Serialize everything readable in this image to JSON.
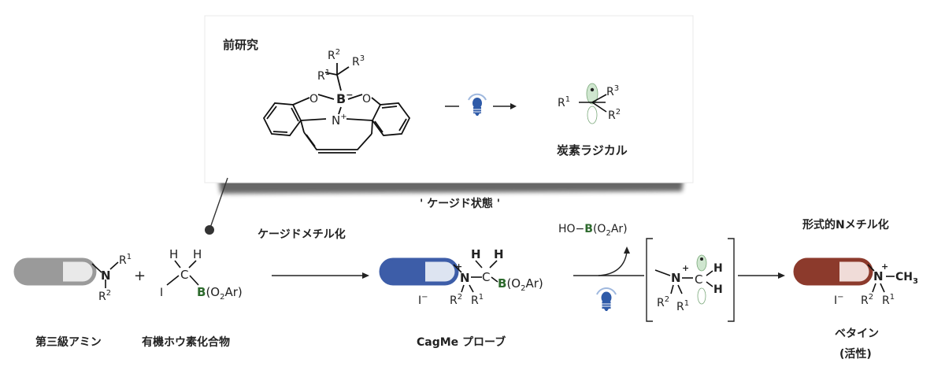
{
  "previous_work": {
    "heading": "前研究",
    "complex": {
      "r1": "R",
      "r1_sup": "1",
      "r2": "R",
      "r2_sup": "2",
      "r3": "R",
      "r3_sup": "3",
      "boron": "B",
      "boron_charge": "−",
      "oxygen": "O",
      "nitrogen": "N",
      "nitrogen_charge": "+"
    },
    "radical": {
      "r1": "R",
      "r1_sup": "1",
      "r2": "R",
      "r2_sup": "2",
      "r3": "R",
      "r3_sup": "3"
    },
    "product_label": "炭素ラジカル"
  },
  "cage_state_label": "' ケージド状態 '",
  "reaction_arrow_label": "ケージドメチル化",
  "amine": {
    "n": "N",
    "r1": "R",
    "r1_sup": "1",
    "r2": "R",
    "r2_sup": "2",
    "label": "第三級アミン"
  },
  "plus_sign": "+",
  "boron_reagent": {
    "h1": "H",
    "h2": "H",
    "c": "C",
    "iodine": "I",
    "b": "B",
    "b_rest": "(O",
    "b_sub": "2",
    "b_end": "Ar)",
    "label": "有機ホウ素化合物"
  },
  "probe": {
    "n": "N",
    "n_charge": "+",
    "h1": "H",
    "h2": "H",
    "c": "C",
    "b": "B",
    "b_rest": "(O",
    "b_sub": "2",
    "b_end": "Ar)",
    "counterion": "I",
    "counterion_charge": "−",
    "r1": "R",
    "r1_sup": "1",
    "r2": "R",
    "r2_sup": "2",
    "label": "CagMe プローブ"
  },
  "byproduct": {
    "prefix": "HO−",
    "b": "B",
    "b_rest": "(O",
    "b_sub": "2",
    "b_end": "Ar)"
  },
  "intermediate": {
    "n": "N",
    "n_charge": "+",
    "c": "C",
    "h1": "H",
    "h2": "H",
    "r1": "R",
    "r1_sup": "1",
    "r2": "R",
    "r2_sup": "2"
  },
  "product": {
    "heading": "形式的Nメチル化",
    "n": "N",
    "n_charge": "+",
    "methyl": "CH",
    "methyl_sub": "3",
    "counterion": "I",
    "counterion_charge": "−",
    "r1": "R",
    "r1_sup": "1",
    "r2": "R",
    "r2_sup": "2",
    "label": "ベタイン",
    "sublabel": "(活性)"
  },
  "colors": {
    "nitrogen_blue": "#1f3c8f",
    "boron_green": "#2d6a2d",
    "orbital_green": "#cfe6cf",
    "capsule_gray": "#9a9a9a",
    "capsule_blue": "#3d5da8",
    "capsule_red": "#8c3a2c",
    "bulb_blue": "#2e5aa8",
    "card_shadow": "#5f5f5f"
  },
  "icons": [
    "lightbulb-icon",
    "capsule-icon"
  ]
}
